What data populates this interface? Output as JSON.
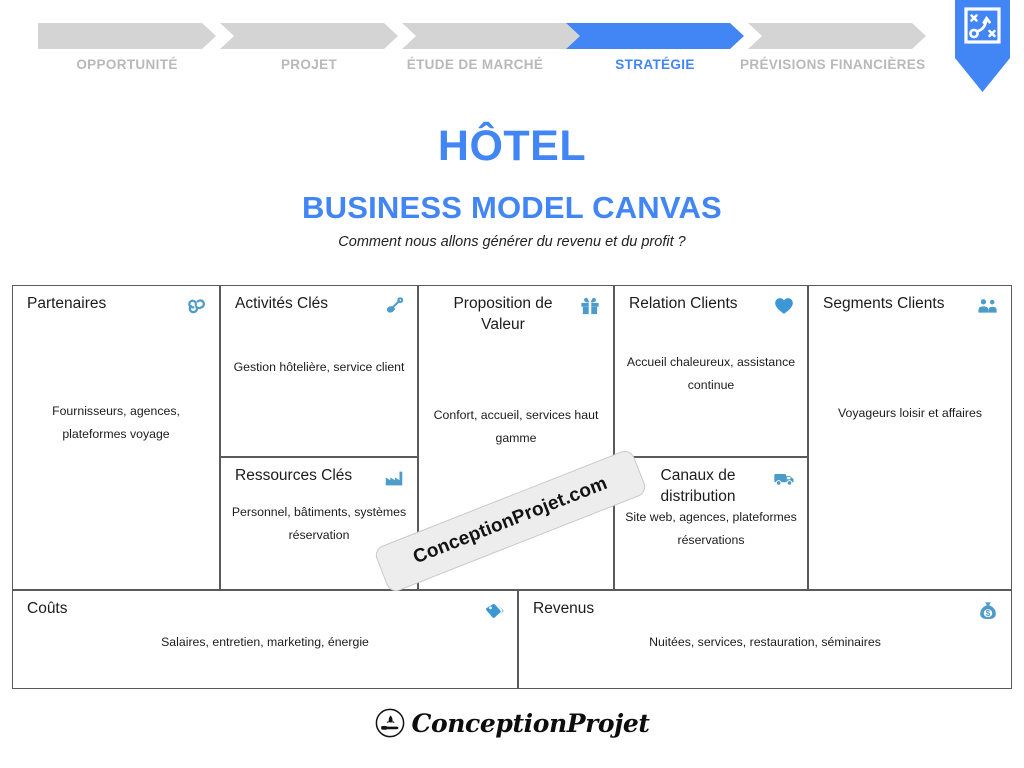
{
  "stepper": {
    "active_color": "#4285f4",
    "inactive_color": "#d4d4d4",
    "steps": [
      {
        "label": "OPPORTUNITÉ",
        "active": false
      },
      {
        "label": "PROJET",
        "active": false
      },
      {
        "label": "ÉTUDE DE MARCHÉ",
        "active": false
      },
      {
        "label": "STRATÉGIE",
        "active": true
      },
      {
        "label": "PRÉVISIONS FINANCIÈRES",
        "active": false
      }
    ],
    "stage_marker_icon": "strategy-board-icon"
  },
  "titles": {
    "main": "HÔTEL",
    "sub": "BUSINESS MODEL CANVAS",
    "tagline": "Comment nous allons générer du revenu et du profit ?",
    "color": "#4285f4"
  },
  "canvas": {
    "icon_color": "#4d9bc9",
    "blocks": {
      "partners": {
        "title": "Partenaires",
        "icon": "chain-link-icon",
        "text": "Fournisseurs, agences, plateformes voyage"
      },
      "activities": {
        "title": "Activités Clés",
        "icon": "shovel-icon",
        "text": "Gestion hôtelière, service client"
      },
      "resources": {
        "title": "Ressources Clés",
        "icon": "factory-icon",
        "text": "Personnel, bâtiments, systèmes réservation"
      },
      "value": {
        "title": "Proposition de Valeur",
        "icon": "gift-box-icon",
        "text": "Confort, accueil, services haut gamme"
      },
      "relation": {
        "title": "Relation Clients",
        "icon": "heart-icon",
        "text": "Accueil chaleureux, assistance continue"
      },
      "channels": {
        "title": "Canaux de distribution",
        "icon": "delivery-truck-icon",
        "text": "Site web, agences, plateformes réservations"
      },
      "segments": {
        "title": "Segments Clients",
        "icon": "users-group-icon",
        "text": "Voyageurs loisir et affaires"
      },
      "costs": {
        "title": "Coûts",
        "icon": "price-tag-icon",
        "text": "Salaires, entretien, marketing, énergie"
      },
      "revenue": {
        "title": "Revenus",
        "icon": "money-bag-icon",
        "text": "Nuitées, services, restauration, séminaires"
      }
    }
  },
  "watermark": {
    "text": "ConceptionProjet.com"
  },
  "footer": {
    "brand": "ConceptionProjet",
    "icon": "hand-rocket-circle-icon"
  }
}
